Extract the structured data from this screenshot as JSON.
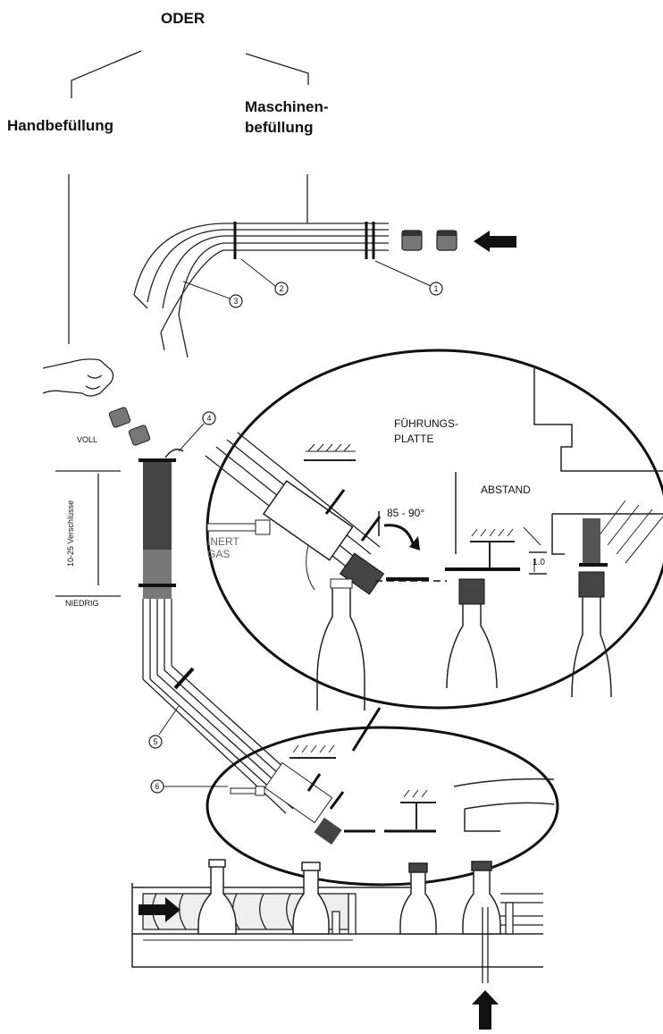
{
  "labels": {
    "oder": "ODER",
    "hand": "Handbefüllung",
    "machine_line1": "Maschinen-",
    "machine_line2": "befüllung",
    "voll": "VOLL",
    "niedrig": "NIEDRIG",
    "range": "10-25  Verschlüsse",
    "fuehrung_line1": "FÜHRUNGS-",
    "fuehrung_line2": "PLATTE",
    "abstand": "ABSTAND",
    "angle": "85 - 90°",
    "inert_line1": "INERT",
    "inert_line2": "GAS",
    "gap": "1.0"
  },
  "callouts": [
    "1",
    "2",
    "3",
    "4",
    "5",
    "6"
  ],
  "icons": [
    "arrow-right-icon",
    "arrow-up-icon",
    "hand-icon",
    "bottle-icon",
    "closure-cap-icon"
  ]
}
